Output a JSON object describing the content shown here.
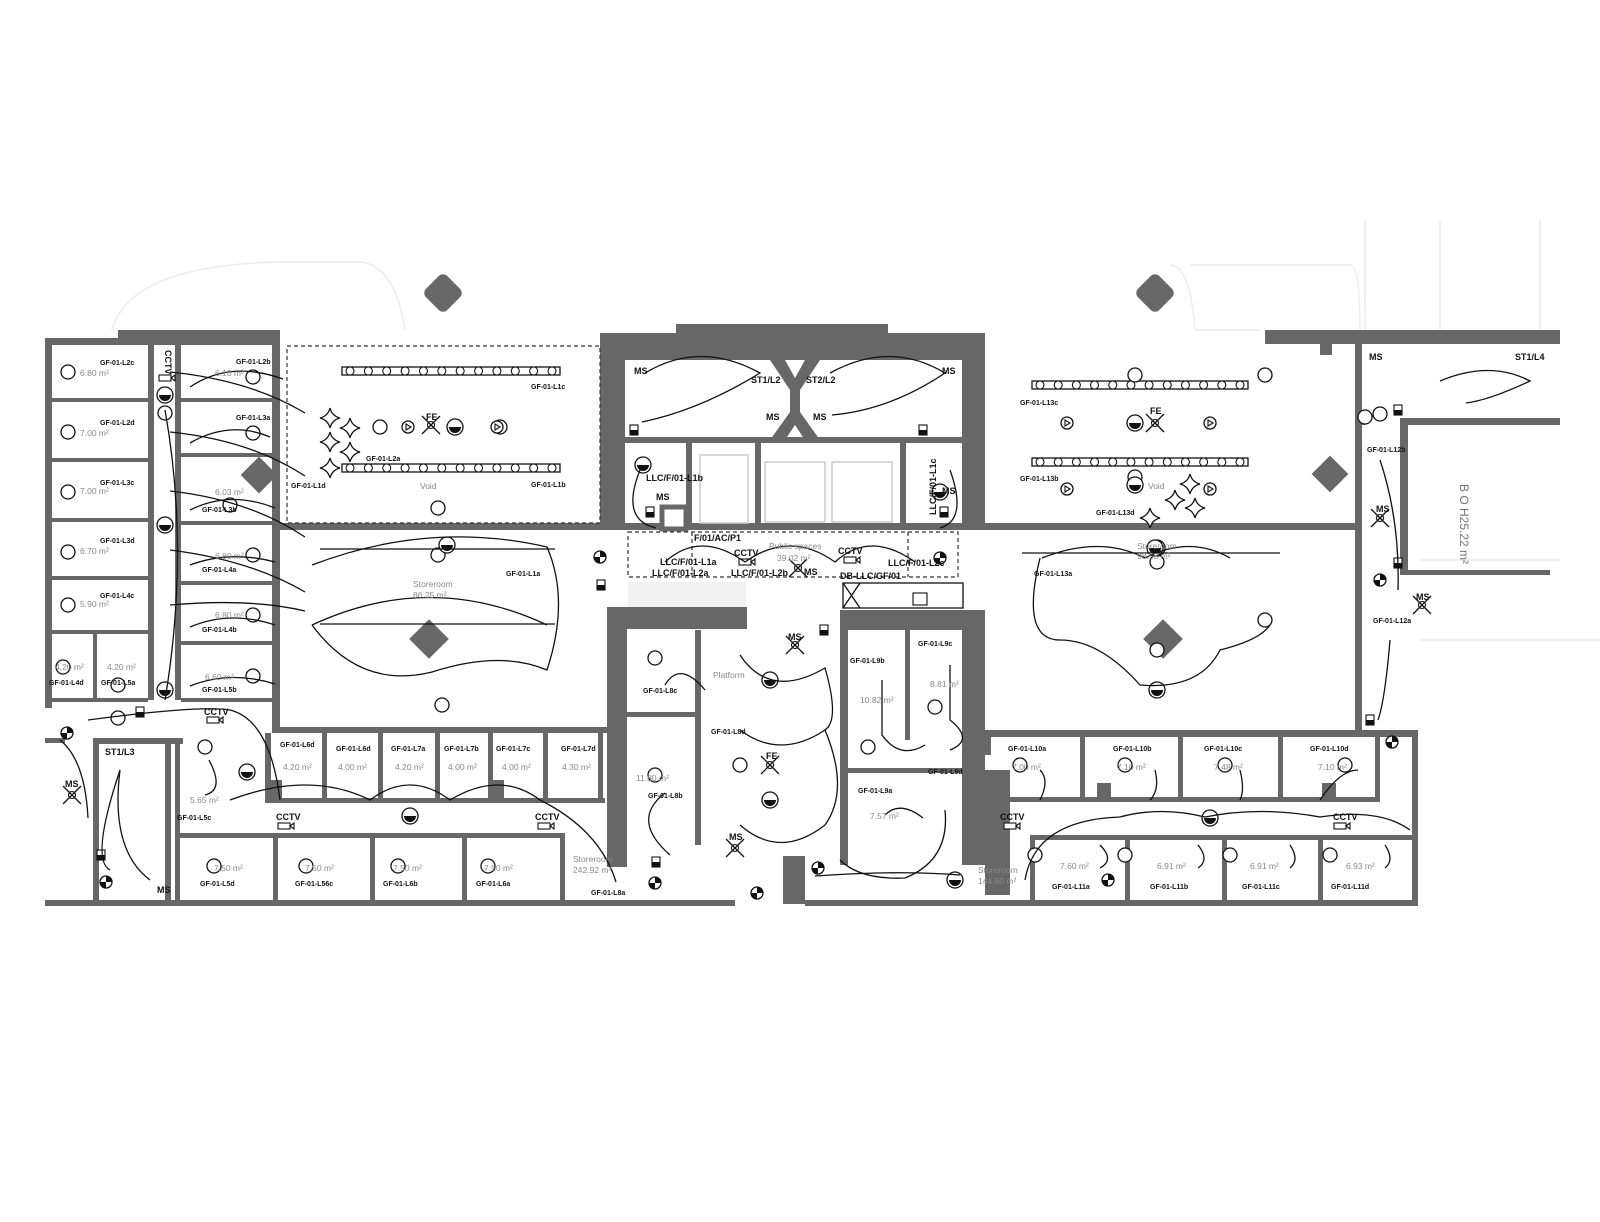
{
  "symbols": {
    "cctv": "CCTV",
    "ms": "MS",
    "fe": "FE"
  },
  "colors": {
    "wall": "#676767",
    "line": "#111111",
    "area_text": "#888888"
  },
  "stairs": {
    "st1_l2": "ST1/L2",
    "st2_l2": "ST2/L2",
    "st1_l3": "ST1/L3",
    "st1_l4": "ST1/L4"
  },
  "circuits": {
    "l1a": "GF-01-L1a",
    "l1b": "GF-01-L1b",
    "l1c": "GF-01-L1c",
    "l1d": "GF-01-L1d",
    "l2a": "GF-01-L2a",
    "l2b": "GF-01-L2b",
    "l2c": "GF-01-L2c",
    "l2d": "GF-01-L2d",
    "l3a": "GF-01-L3a",
    "l3b": "GF-01-L3b",
    "l3c": "GF-01-L3c",
    "l3d": "GF-01-L3d",
    "l4a": "GF-01-L4a",
    "l4b": "GF-01-L4b",
    "l4c": "GF-01-L4c",
    "l4d": "GF-01-L4d",
    "l5a": "GF-01-L5a",
    "l5b": "GF-01-L5b",
    "l5c": "GF-01-L5c",
    "l5d": "GF-01-L5d",
    "l56c": "GF-01-L56c",
    "l6a": "GF-01-L6a",
    "l6b": "GF-01-L6b",
    "l6d": "GF-01-L6d",
    "l7a": "GF-01-L7a",
    "l7b": "GF-01-L7b",
    "l7c": "GF-01-L7c",
    "l7d": "GF-01-L7d",
    "l8a": "GF-01-L8a",
    "l8b": "GF-01-L8b",
    "l8c": "GF-01-L8c",
    "l8d": "GF-01-L8d",
    "l9a": "GF-01-L9a",
    "l9b": "GF-01-L9b",
    "l9c": "GF-01-L9c",
    "l9d": "GF-01-L9d",
    "l10a": "GF-01-L10a",
    "l10b": "GF-01-L10b",
    "l10c": "GF-01-L10c",
    "l10d": "GF-01-L10d",
    "l11a": "GF-01-L11a",
    "l11b": "GF-01-L11b",
    "l11c": "GF-01-L11c",
    "l11d": "GF-01-L11d",
    "l12a": "GF-01-L12a",
    "l12b": "GF-01-L12b",
    "l13a": "GF-01-L13a",
    "l13b": "GF-01-L13b",
    "l13c": "GF-01-L13c",
    "l13d": "GF-01-L13d",
    "llc_l1a": "LLC/F/01-L1a",
    "llc_l1b": "LLC/F/01-L1b",
    "llc_l1c": "LLC/F/01-L1c",
    "llc_l2a": "LLC/F/01-L2a",
    "llc_l2b": "LLC/F/01-L2b",
    "llc_l2c": "LLC/F/01-L2c",
    "ac_panel": "F/01/AC/P1",
    "db": "DB-LLC/GF/01"
  },
  "rooms": {
    "void": "Void",
    "storeroom": "Storeroom",
    "platform": "Platform",
    "public": "Public spaces",
    "boh": "B O H25.22 m²"
  },
  "areas": {
    "a1": "6.80 m²",
    "a2": "6.10 m²",
    "a3": "7.00 m²",
    "a4": "7.00 m²",
    "a5": "6.70 m²",
    "a6": "5.90 m²",
    "a7": "6.03 m²",
    "a8": "6.80 m²",
    "a9": "6.80 m²",
    "a10": "6.60 m²",
    "a11": "4.20 m²",
    "a12": "4.20 m²",
    "a13": "5.65 m²",
    "a14": "4.20 m²",
    "a15": "4.00 m²",
    "a16": "4.20 m²",
    "a17": "4.00 m²",
    "a18": "4.00 m²",
    "a19": "4.30 m²",
    "a20": "7.50 m²",
    "a21": "7.50 m²",
    "a22": "7.50 m²",
    "a23": "7.50 m²",
    "store1": "86.25 m²",
    "store2": "242.92 m²",
    "store3": "98.53 m²",
    "store4": "144.50 m²",
    "public": "39.02 m²",
    "a24": "11.80 m²",
    "a25": "10.82 m²",
    "a26": "8.81 m²",
    "a27": "7.57 m²",
    "a28": "7.00 m²",
    "a29": "7.10 m²",
    "a30": "7.48 m²",
    "a31": "7.10 m²",
    "a32": "7.60 m²",
    "a33": "6.91 m²",
    "a34": "6.91 m²",
    "a35": "6.93 m²"
  }
}
